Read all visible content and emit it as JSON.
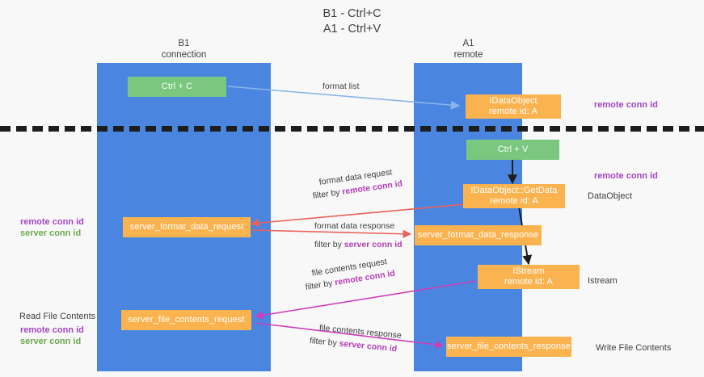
{
  "title": {
    "line1": "B1 - Ctrl+C",
    "line2": "A1 - Ctrl+V"
  },
  "lanes": [
    {
      "id": "b1",
      "line1": "B1",
      "line2": "connection",
      "color": "#4a86e0"
    },
    {
      "id": "a1",
      "line1": "A1",
      "line2": "remote",
      "color": "#4a86e0"
    }
  ],
  "nodes": {
    "ctrl_c": {
      "label": "Ctrl + C",
      "color": "#7ac77f"
    },
    "ctrl_v": {
      "label": "Ctrl + V",
      "color": "#7ac77f"
    },
    "idataobject": {
      "line1": "IDataObject",
      "line2": "remote id: A",
      "color": "#fbb350"
    },
    "getdata": {
      "line1": "IDataObject::GetData",
      "line2": "remote id: A",
      "color": "#fbb350"
    },
    "istream": {
      "line1": "IStream",
      "line2": "remote id: A",
      "color": "#fbb350"
    },
    "server_format_data_request": {
      "label": "server_format_data_request",
      "color": "#fbb350"
    },
    "server_format_data_response": {
      "label": "server_format_data_response",
      "color": "#fbb350"
    },
    "server_file_contents_request": {
      "label": "server_file_contents_request",
      "color": "#fbb350"
    },
    "server_file_contents_response": {
      "label": "server_file_contents_response",
      "color": "#fbb350"
    }
  },
  "edges": {
    "format_list": {
      "label": "format list",
      "color": "#8ab6e8"
    },
    "format_data_request": {
      "line1": "format data request",
      "line2_prefix": "filter by ",
      "line2_key": "remote conn id",
      "color": "#e8625a"
    },
    "format_data_response": {
      "line1": "format data response",
      "line2_prefix": "filter by ",
      "line2_key": "server conn id",
      "color": "#e8625a"
    },
    "file_contents_request": {
      "line1": "file contents request",
      "line2_prefix": "filter by ",
      "line2_key": "remote conn id",
      "color": "#cc3fb8"
    },
    "file_contents_response": {
      "line1": "file contents response",
      "line2_prefix": "filter by ",
      "line2_key": "server conn id",
      "color": "#cc3fb8"
    }
  },
  "annotations": {
    "right_remote_conn_id_top": "remote conn id",
    "right_remote_conn_id_mid": "remote conn id",
    "right_dataobject": "DataObject",
    "right_istream": "Istream",
    "right_write_file_contents": "Write File Contents",
    "left_remote_conn_id_1": "remote conn id",
    "left_server_conn_id_1": "server conn id",
    "left_read_file_contents": "Read File Contents",
    "left_remote_conn_id_2": "remote conn id",
    "left_server_conn_id_2": "server conn id"
  },
  "colors": {
    "lane": "#4a86e0",
    "green_node": "#7ac77f",
    "orange_node": "#fbb350",
    "accent_purple": "#a347c4",
    "accent_green": "#6aa84f",
    "arrow_red": "#e8625a",
    "arrow_magenta": "#cc3fb8",
    "arrow_blue": "#8ab6e8",
    "arrow_black": "#1d1d1d",
    "background": "#f8f8f8"
  }
}
